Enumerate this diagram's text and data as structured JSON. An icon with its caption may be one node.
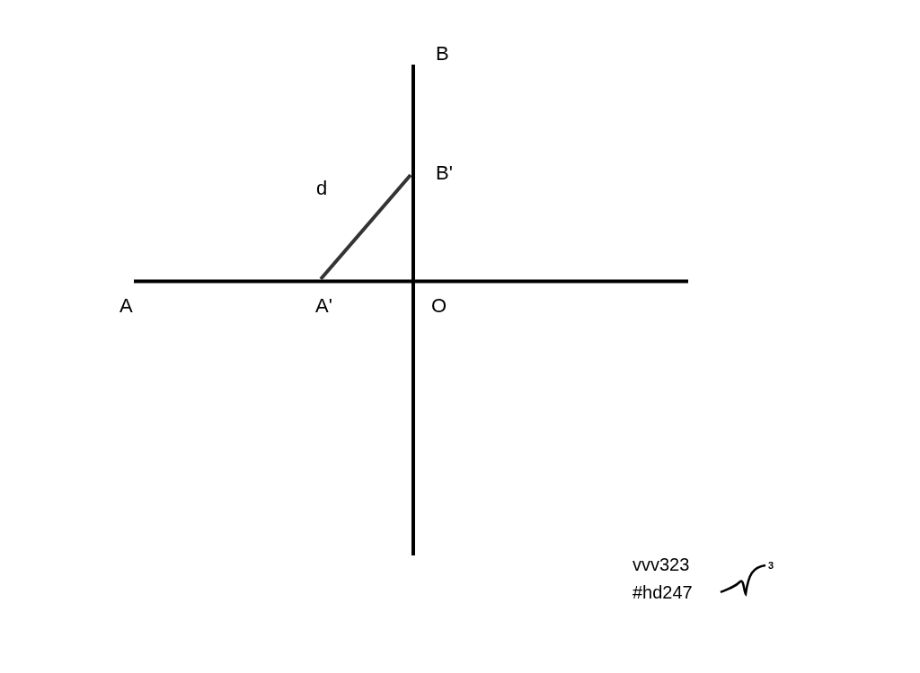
{
  "diagram": {
    "labels": [
      "B",
      "B'",
      "d",
      "A",
      "A'",
      "O",
      "vvv323",
      "3",
      "#hd247"
    ]
  }
}
